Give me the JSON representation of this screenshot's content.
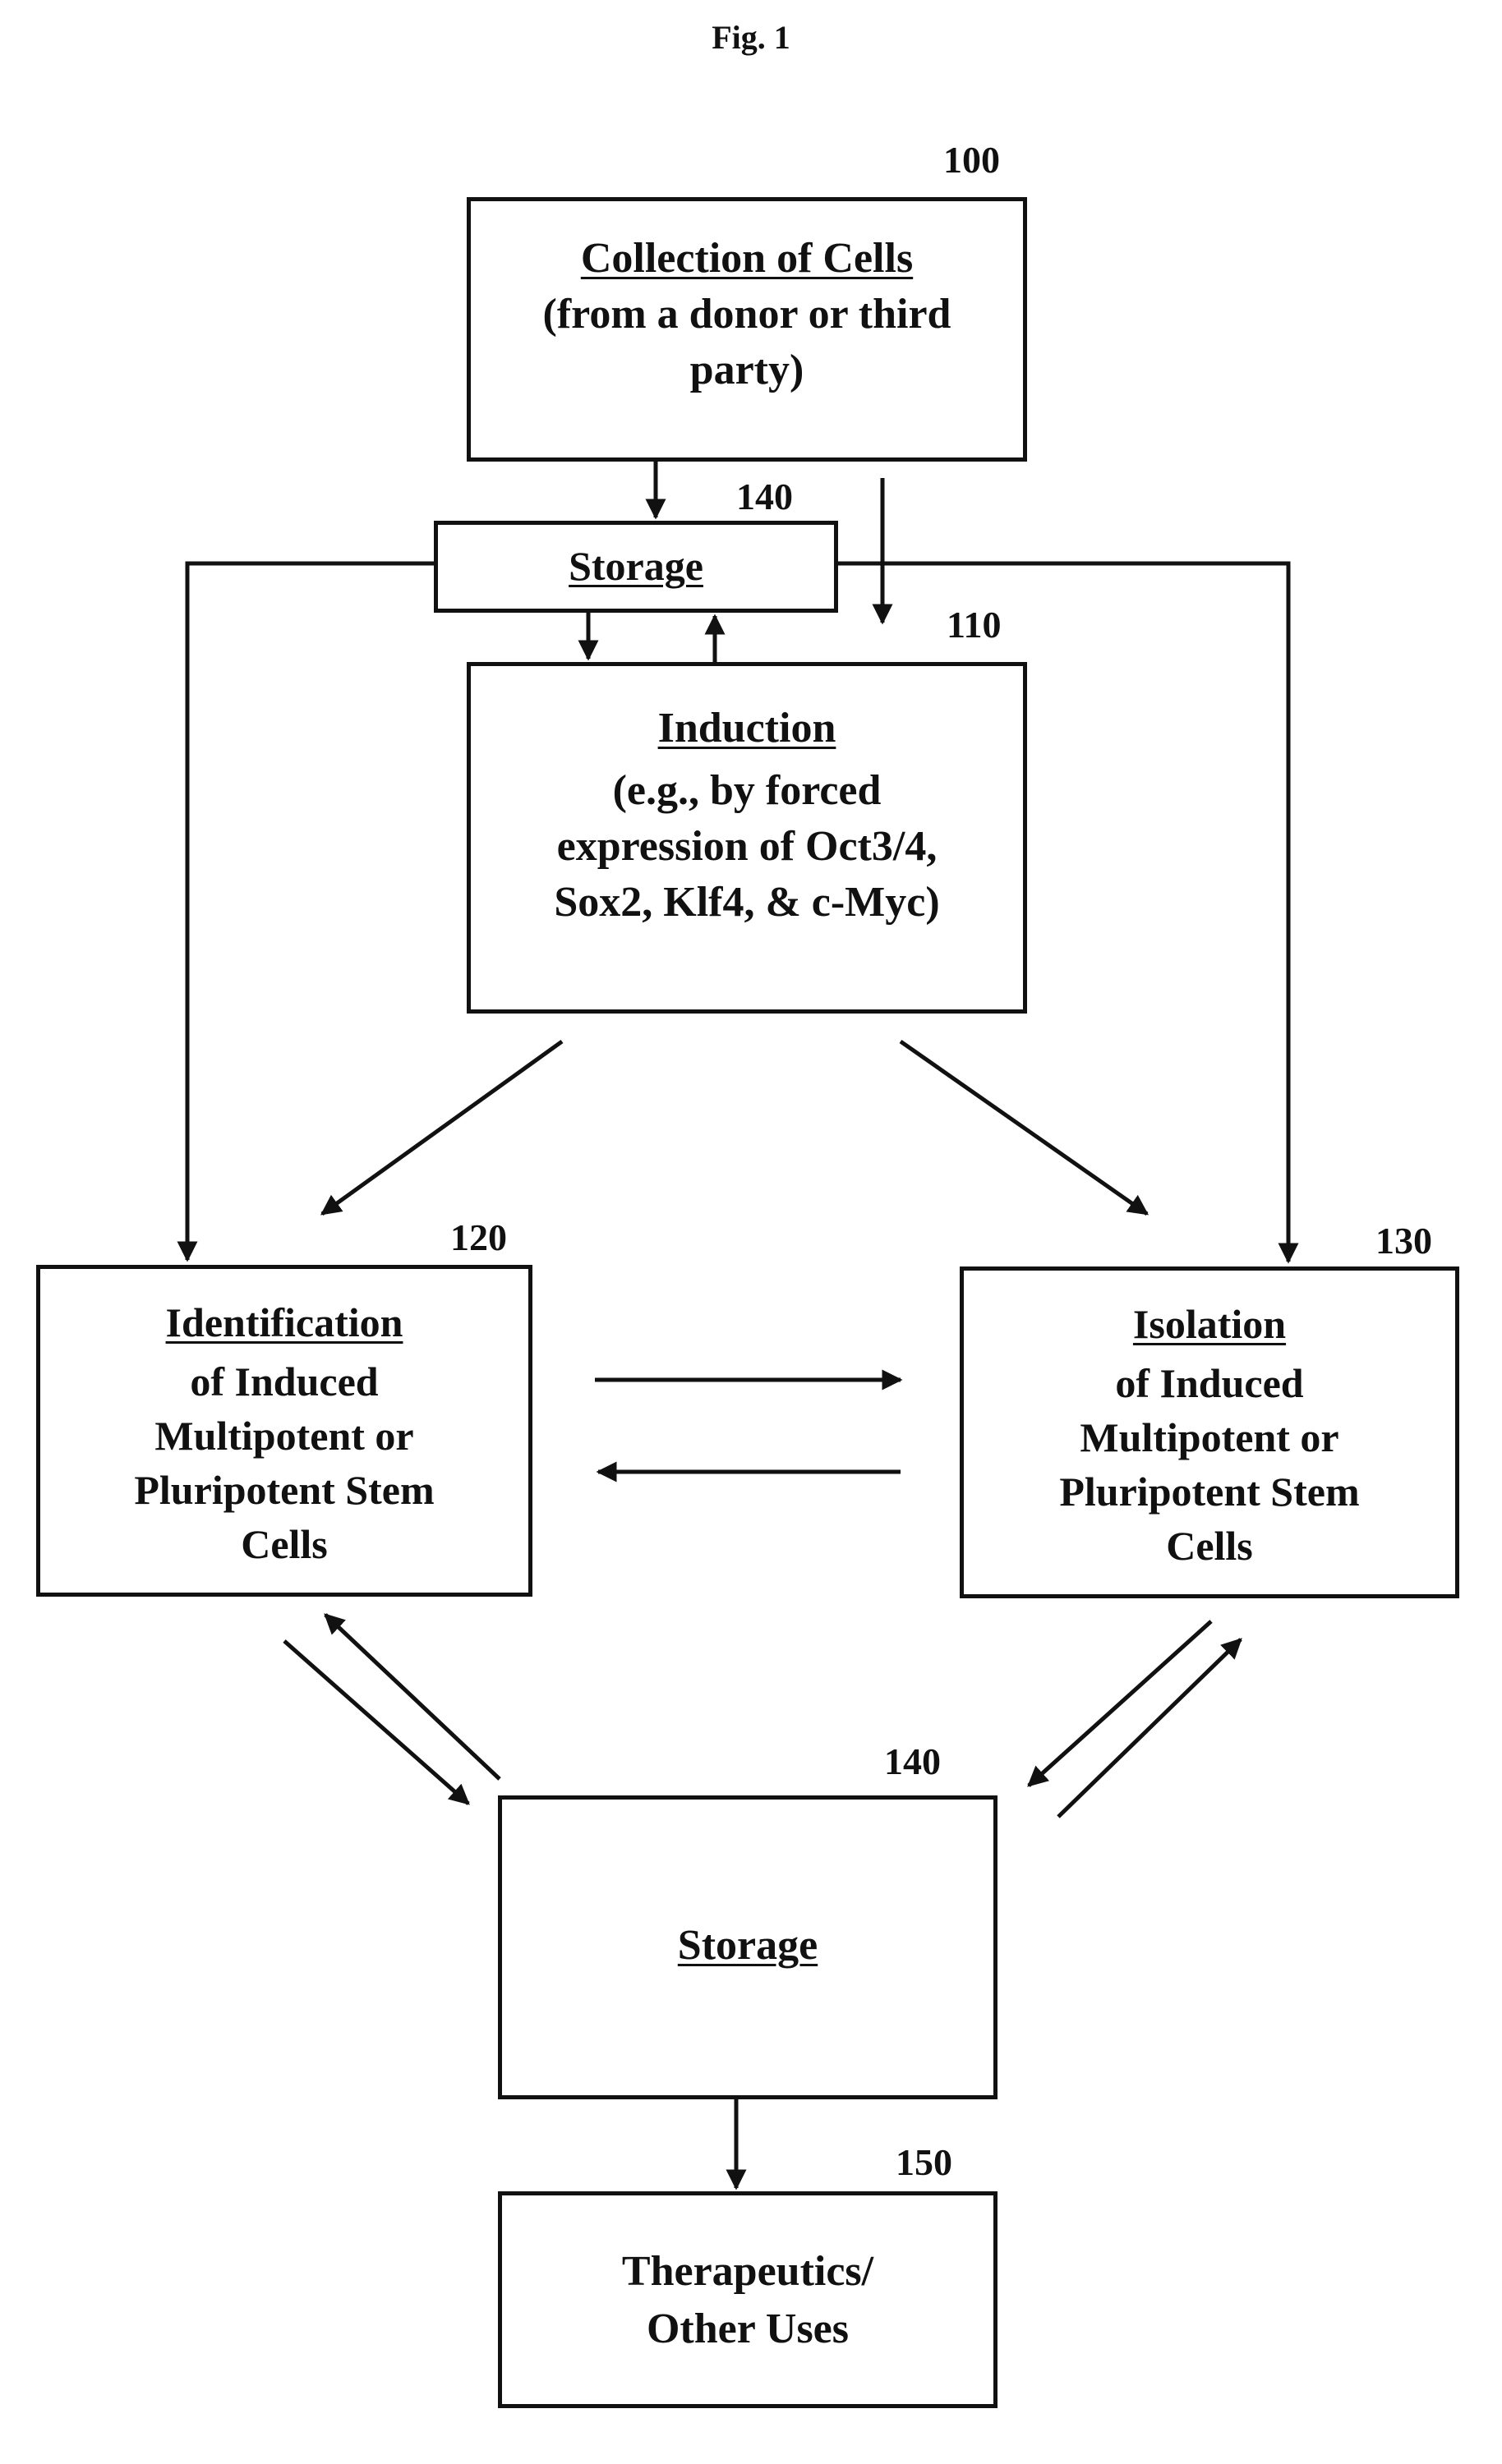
{
  "figure_title": "Fig. 1",
  "boxes": {
    "collection": {
      "ref": "100",
      "title": "Collection of Cells",
      "lines": [
        "(from a donor or third",
        "party)"
      ]
    },
    "storage_top": {
      "ref": "140",
      "title": "Storage"
    },
    "induction": {
      "ref": "110",
      "title": "Induction",
      "lines": [
        "(e.g., by forced",
        "expression of Oct3/4,",
        "Sox2, Klf4, & c-Myc)"
      ]
    },
    "identification": {
      "ref": "120",
      "title": "Identification",
      "lines": [
        "of Induced",
        "Multipotent or",
        "Pluripotent Stem",
        "Cells"
      ]
    },
    "isolation": {
      "ref": "130",
      "title": "Isolation",
      "lines": [
        "of Induced",
        "Multipotent or",
        "Pluripotent Stem",
        "Cells"
      ]
    },
    "storage_bottom": {
      "ref": "140",
      "title": "Storage"
    },
    "therapeutics": {
      "ref": "150",
      "lines": [
        "Therapeutics/",
        "Other Uses"
      ]
    }
  }
}
